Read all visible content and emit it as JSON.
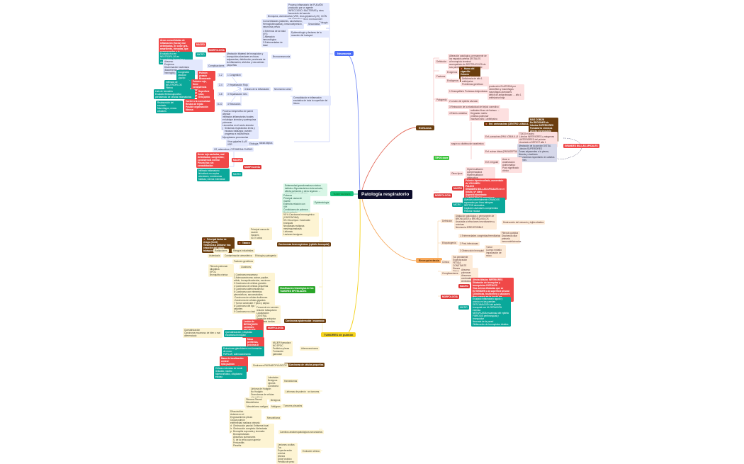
{
  "root": {
    "title": "Patología respiratorio"
  },
  "colors": {
    "root": "#0d0d2b",
    "neumonia": "#4a6cf7",
    "enfisema": "#6b3e0f",
    "tuberculosis": "#17c07a",
    "bronquiectasia": "#f7a85a",
    "tumores": "#f5d320",
    "macro": "#f04848",
    "micro": "#0aa89a"
  },
  "neumonia": {
    "label": "Neumonía",
    "definicion": "Proceso inflamatorio del PULMÓN producido por un agente INFECCIOSO: BACTERIAS y virus favorecido del agente (TÓXICO/DOSIS), y de la REACCIÓN del huésped y la EXTENSIÓN del proceso",
    "etiologia_label": "Etiología",
    "vias_label": "VÍAS",
    "vias": "Bronquios, alvéolos/vías (VRS, virus gripales A y B)",
    "secundaria_label": "Secundaria",
    "secundaria": "Comorbilidades (diabetes, alcoholismo, Hemoglobinopatías), inmunodepresión, neumonía previa",
    "epidemio_label": "Epidemiología y factores de la reacción del huésped",
    "epidemio": "1 Extremos de la edad (VV)\n2 Alteración inmunológica\n3 Enfermedades de base",
    "bronconeumonia_label": "Bronconeumonía",
    "bronco_def": "Afectación bilateral de bronquiolos y bronquíolos alveolares en focos adyacentes; distribución parcheada de la inflamación; alvéolos y vías aéreas pequeñas",
    "bronco_macro": "Áreas consolidadas de inflamación (focos) mal delimitadas, de color gris-amarillento, elevadas, que corresponden a la distribución de la infección lobulillar",
    "bronco_micro": "Exudado rico en NEUTRÓFILOS en bronquiolos, bronquios y alvéolos",
    "complicaciones_label": "Complicaciones",
    "complicaciones": "Absceso\nEmpiema\nDiseminación bacteriana (Bacteriemia, pericarditis, meningitis)",
    "lobar_label": "Neumonía Lobar",
    "fases_label": "4 fases de la inflamación",
    "fases": [
      {
        "days": "1-2",
        "name": "1 Congestión",
        "macro": "Pulmón pesado\nBloqueado",
        "micro": "Congestión vascular\nLíquido intraalveolar\nBacterias abundantes"
      },
      {
        "days": "2-4",
        "name": "2 Hepatización Roja",
        "macro": "Pulmón rojo, firme\nconsistencia hepática\nAspecto de hígado",
        "micro": "Infiltrado de NEUTRÓFILOS\nFibrina\nHematíes"
      },
      {
        "days": "4-8",
        "name": "3 Hepatización Gris",
        "macro": "Superficie seca,\nGris pardo\ngranulosa",
        "micro": "Lisis de hematíes\nExudado fibrinosupurativo\npersistencia de células inflamatorias"
      },
      {
        "days": "8-10",
        "name": "4 Resolución",
        "macro": "Vuelve a la normalidad\nRestos de tejido\nPosible organización fibrosa",
        "micro": "Reabsorción del exudado\nMacrófagos, restos celulares"
      }
    ],
    "consolidacion": "Consolidación e inflamación exudativa de toda la superficie del lóbulo",
    "intersticial_label": "Neumonía Intersticial Atípica",
    "intersticial_def": "Proceso inespecífico de pared alveolar\nInfiltrados inflamatorios focales en tabique alveolar y parénquima pulmonar\nLeucocitos en el septo alveolar (linfocitos y macrófagos)",
    "intersticial_clin": "Síntomas respiratorios leves y escasos hallazgos; pueden progresar a insuficiencia respiratoria",
    "inter_etiologia_label": "Etiología",
    "inter_etiologia": [
      "Mycoplasma pneumoniae",
      "Virus gripales A y B\nVSR",
      "VS, adenovirus, CITOMEGALOVIRUS"
    ],
    "inter_morfologia_label": "MORFOLOGÍA",
    "inter_macro": "Áreas rojo-azuladas, mal delimitadas; congestión; consistencia normal\nPleura lisa; sin consolidación",
    "inter_micro": "Infiltrado inflamatorio linfocitario en septos alveolares; membranas hialinas; edema intersticial"
  },
  "tuberculosis": {
    "label": "Tuberculosis",
    "def": "Enfermedad granulomatosa crónica debida a Mycobacterium tuberculosis; afecta pulmones y otros órganos → NECROSIS CASEOSA",
    "epidemiologia_label": "Epidemiología",
    "epidemiologia": "Pobreza\nPrincipal causa de muerte\nEstrecha relación con VIH\nCondiciones de pobreza\nHacinamiento\nSIDA, VIH"
  },
  "enfisema": {
    "label": "Enfisema",
    "definicion_label": "Definición",
    "definicion": "Alteración patológica, permanente de los espacios aéreos DISTALES\nal bronquiolo terminal\nacompañado de DESTRUCCIÓN de sus paredes sin fibrosis aparente",
    "factores_label": "Factores",
    "exogenos_label": "Exógenos",
    "exogenos": "Humo del cigarrillo\nColores ambientales\nLaborales",
    "endogenos_label": "Endógenos",
    "endogenos": "Deficiencia de alfa 1 antitripsina\nProblemas genéticos",
    "patogenia_label": "Patogenia",
    "patogenia": [
      {
        "label": "1 Desequilibrio Proteasa-Antiproteasa",
        "detail": "producción ELASTASA por neutrófilos y macrófagos\nmacrófagos alveolares\ndéficit de antiproteasas → alfa 1 antitripsina baja"
      },
      {
        "label": "2 Lesión del epitelio alveolar",
        "detail": ""
      },
      {
        "label": "3 Retracción de la elasticidad del tejido conectivo",
        "detail": ""
      },
      {
        "label": "4 Estrés oxidativo",
        "detail": "radicales libres del tabaco → Degradan matriz\nproteica pulmonar\nInactivan alfa 1 antitripsina"
      }
    ],
    "tipos_label": "TIPOS clave",
    "tipos_dist_label": "según su distribución anatómica",
    "tipos": [
      {
        "label": "Enf. centroacinar (CENTRO LOBULILLAR)",
        "detail": "MAS COMÚN\nEn REGIONES de lóbulos SUPERIORES\nFumadores crónicos\nAfecta a bronquiolo respiratorio\nAcino con dilatación central"
      },
      {
        "label": "Enf. panacinar (PAN LOBULILLAR)",
        "detail": "TODO el acino\nLóbulos INFERIORES y márgenes ANTERIORES del pulmón\nAsociado a DÉFICIT alfa 1 antitripsina"
      },
      {
        "label": "Enf. acinar distal (PARASEPTAL)",
        "detail": "Afectación de la porción DISTAL\nLóbulos SUPERIORES\nZonas adyacentes a la pleura, fibrosis y cicatrices\nNeumotórax espontáneo en adultos jóvenes"
      },
      {
        "label": "Enf. irregular",
        "detail": "Asoc a cicatrización\nAsintomático\nPoco significado clínico"
      }
    ],
    "bulas_label": "GRANDES BULLAS APICALES",
    "otros_label": "Otros tipos",
    "otros": "Hiperinsuflación compensadora\nHiperinsuflación obstructiva\nEnfisema bulloso\nEnfisema intersticial",
    "morfologia_label": "MORFOLOGÍA",
    "macro_label": "MACRO",
    "macro": "Pulmón hiperinsuflado, aumentado de VOLUMEN\nPÁLIDO\nGRANDES BULLAS APICALES en el lóbulo, y+ claro\nAspecto abombado\nCONSISTENCIA esponjosa",
    "micro_label": "MICRO",
    "micro": "Alvéolos anormalmente GRANDES separados por finos tabiques\nSEPTOS destruidos\nCapilares alveolares comprimidos\nFibrosis escasa"
  },
  "bronquiectasia": {
    "label": "Bronquiectasia",
    "definicion_label": "Definición",
    "definicion": "Dilatación patológica y permanente de BRONQUIOS y BRONQUIOLOS\nAsociada a infecciones necrotizantes y crónicas\nNeumonía IRREVERSIBLE",
    "definicion_extra": "Destrucción del músculo y tejido elástico",
    "etiopatogenia_label": "Etiopatogenia",
    "etiopatogenia": [
      {
        "label": "1 Enfermedades congénitas/hereditarias",
        "detail": "Fibrosis quística\nDiscinesia ciliar primaria\nInmunodeficiencias"
      },
      {
        "label": "2 Post-infecciosas",
        "detail": ""
      },
      {
        "label": "3 Obstrucción bronquial",
        "detail": "Tumor\nCuerpo extraño\nImpactación de moco"
      }
    ],
    "clinica_label": "Clínica",
    "clinica": "Tos persistente\nExpectoración FÉTIDA\nCONSTANTE\nDisnea\nFiebre",
    "complicaciones_label": "Complicaciones",
    "complicaciones": "Absceso pulmonar\nAbscesos cerebrales\nAmiloidosis",
    "morfologia_label": "MORFOLOGÍA",
    "macro_label": "MACRO",
    "macro": "Afecta lóbulos INFERIORES\nDilatación de bronquios y bronquiolos DISTALES\nVías aéreas dilatadas que se EXTIENDEN a la superficie pleural\nCilíndricas, fusiformes y saculares\nPus y moco en la luz de los bronquios dilatados",
    "micro_label": "MICRO",
    "micro": "Exudado inflamatorio agudo y crónico en las paredes\nDESCAMACIÓN del epitelio bronquial con ULCERACIÓN extensa\nMETAPLASIA escamosa del epitelio\nFIBROSIS peribronquial y bronquiolar\nNecrosis de la pared\nObliteración de bronquiolos distales"
  },
  "tumores": {
    "label": "TUMORES de pulmón",
    "intro": "95 % Carcinoma broncogénico (CARCINOMA)\n5% Otros tipos: Carcinoide bronquial\nNeoplasias malignas mesenquimatosas\nLinfomas\nLesiones benignas",
    "carcinoma_label": "Carcinomas broncogénicos (epitelio bronquial)",
    "causa": "Principal causa de muerte\nVarones\n40-70 años",
    "etiologia_label": "Etiología y patogenia",
    "tabaco_label": "Tabaco",
    "tabaco": "Principal factor de riesgo (Gx10)\nTendencia a aliviarse tras cesación del hábito tabáquico",
    "riesgos_label": "Riesgos industriales",
    "radiaciones": "Radiaciones",
    "contaminacion_label": "Contaminación atmosférica",
    "asbestosis": "Asbestosis",
    "geneticos": "Factores genéticos",
    "cicatrices_label": "Cicatrices",
    "cicatrices": "Fibrosis pulmonar idiopática\nEPOC\nBronquitis crónica",
    "clasificacion_label": "Clasificación histológica de los TUMORES EPITELIALES",
    "clasificacion": "1 Carcinoma escamoso\n2 Adenocarcinoma: acinar, papilar, sólido, bronquioloalveolar, mucinoso\n3 Carcinoma de células grandes\n4 Carcinoma de células pequeñas\n5 Carcinoma adenoescamoso\n6 Carcinoma con elementos pleomórficos, sarcomatoides\n-Carcinoma de células fusiformes\n-Carcinoma de células gigantes\n7 Tumor carcinoide: Típico y atípico\n8 Carcinoma del tipo de las glándulas salivales\n9 Carcinoma no clasificado",
    "escamoso_label": "Carcinoma epidermoide / escamoso",
    "escamoso": "Frecuente en varones\nrelación tabaquismo\nLocalización CENTRAL\nSecreción ectópica\nMetástasis tardías",
    "esc_morf_label": "MORFOLOGÍA",
    "esc_macro": "Lesión de BRONQUIOS centrales; NECROSIS central; cavitación",
    "esc_micro": "Queratinización y displasia escamosa bronquial",
    "esc_micro_extra": "Queratinización\nCarcinoma escamoso de bien o mal diferenciado",
    "adeno_label": "Adenocarcinoma",
    "adeno": "MUJER fumadora\nNO EPOC\nPeriférico pleura\nFormación glandular",
    "adeno_macro": "Masa periférica, próxima al pulmón, en la cicatriz",
    "adeno_micro": "Estructuras glandulares con formación de moco\nPAPILAR, adenocarcinoma",
    "pequenas_label": "Carcinoma de células pequeñas",
    "pequenas_sind": "Síndromes PARANEOPLÁSICOS",
    "pequenas_macro": "Masa de localización central\nhilio pulmón\nafectación ganglios hiliares",
    "pequenas_micro": "Células redondas de borde reducido, núcleo hipercromático, citoplasma escaso",
    "otros_label": "Otros tumores",
    "hamartoma_label": "Hamartomas",
    "hamartoma": "Lobulados\nBenignos\nLipoma\nCondroma",
    "linfomas_label": "Linfomas de pulmón",
    "linfomas": "Linfoma de Hodgkin\nNo Hodgkin\nGranulomas de células plasmáticas",
    "pleurales_label": "Tumores pleurales",
    "benignos_label": "Benignos",
    "benignos": "Fibroma Pleural\nMesotelioma benigno",
    "malignos_label": "Malignos",
    "malignos": "Mesotelioma maligno",
    "mesotelioma_label": "Mesotelioma",
    "mesotelioma": "Difuso/sólido\nAsbesto en el\nEngrosamiento pleura\nOcupa pulmón\nenfermedad maligna primaria de\nlas serosas, pericárdica, peritoneal",
    "cambios_label": "Cambios anatomopatológicos secundarios",
    "cambios": "Obstrucción parcial: Enfisema focal\nObstrucción completa: Atelectasia\nBronquitis supurada y ulcerada: Bronquiectasias\nAbscesos pulmonares\nS. de la vena cava superior\nPericarditis\nPleuritis",
    "evolucion_label": "Evolución clínica",
    "evolucion": "Lesiones ocultas\nTos\nExpectoración crónica\nDisnea\nDolor torácico\nPérdida de peso"
  }
}
